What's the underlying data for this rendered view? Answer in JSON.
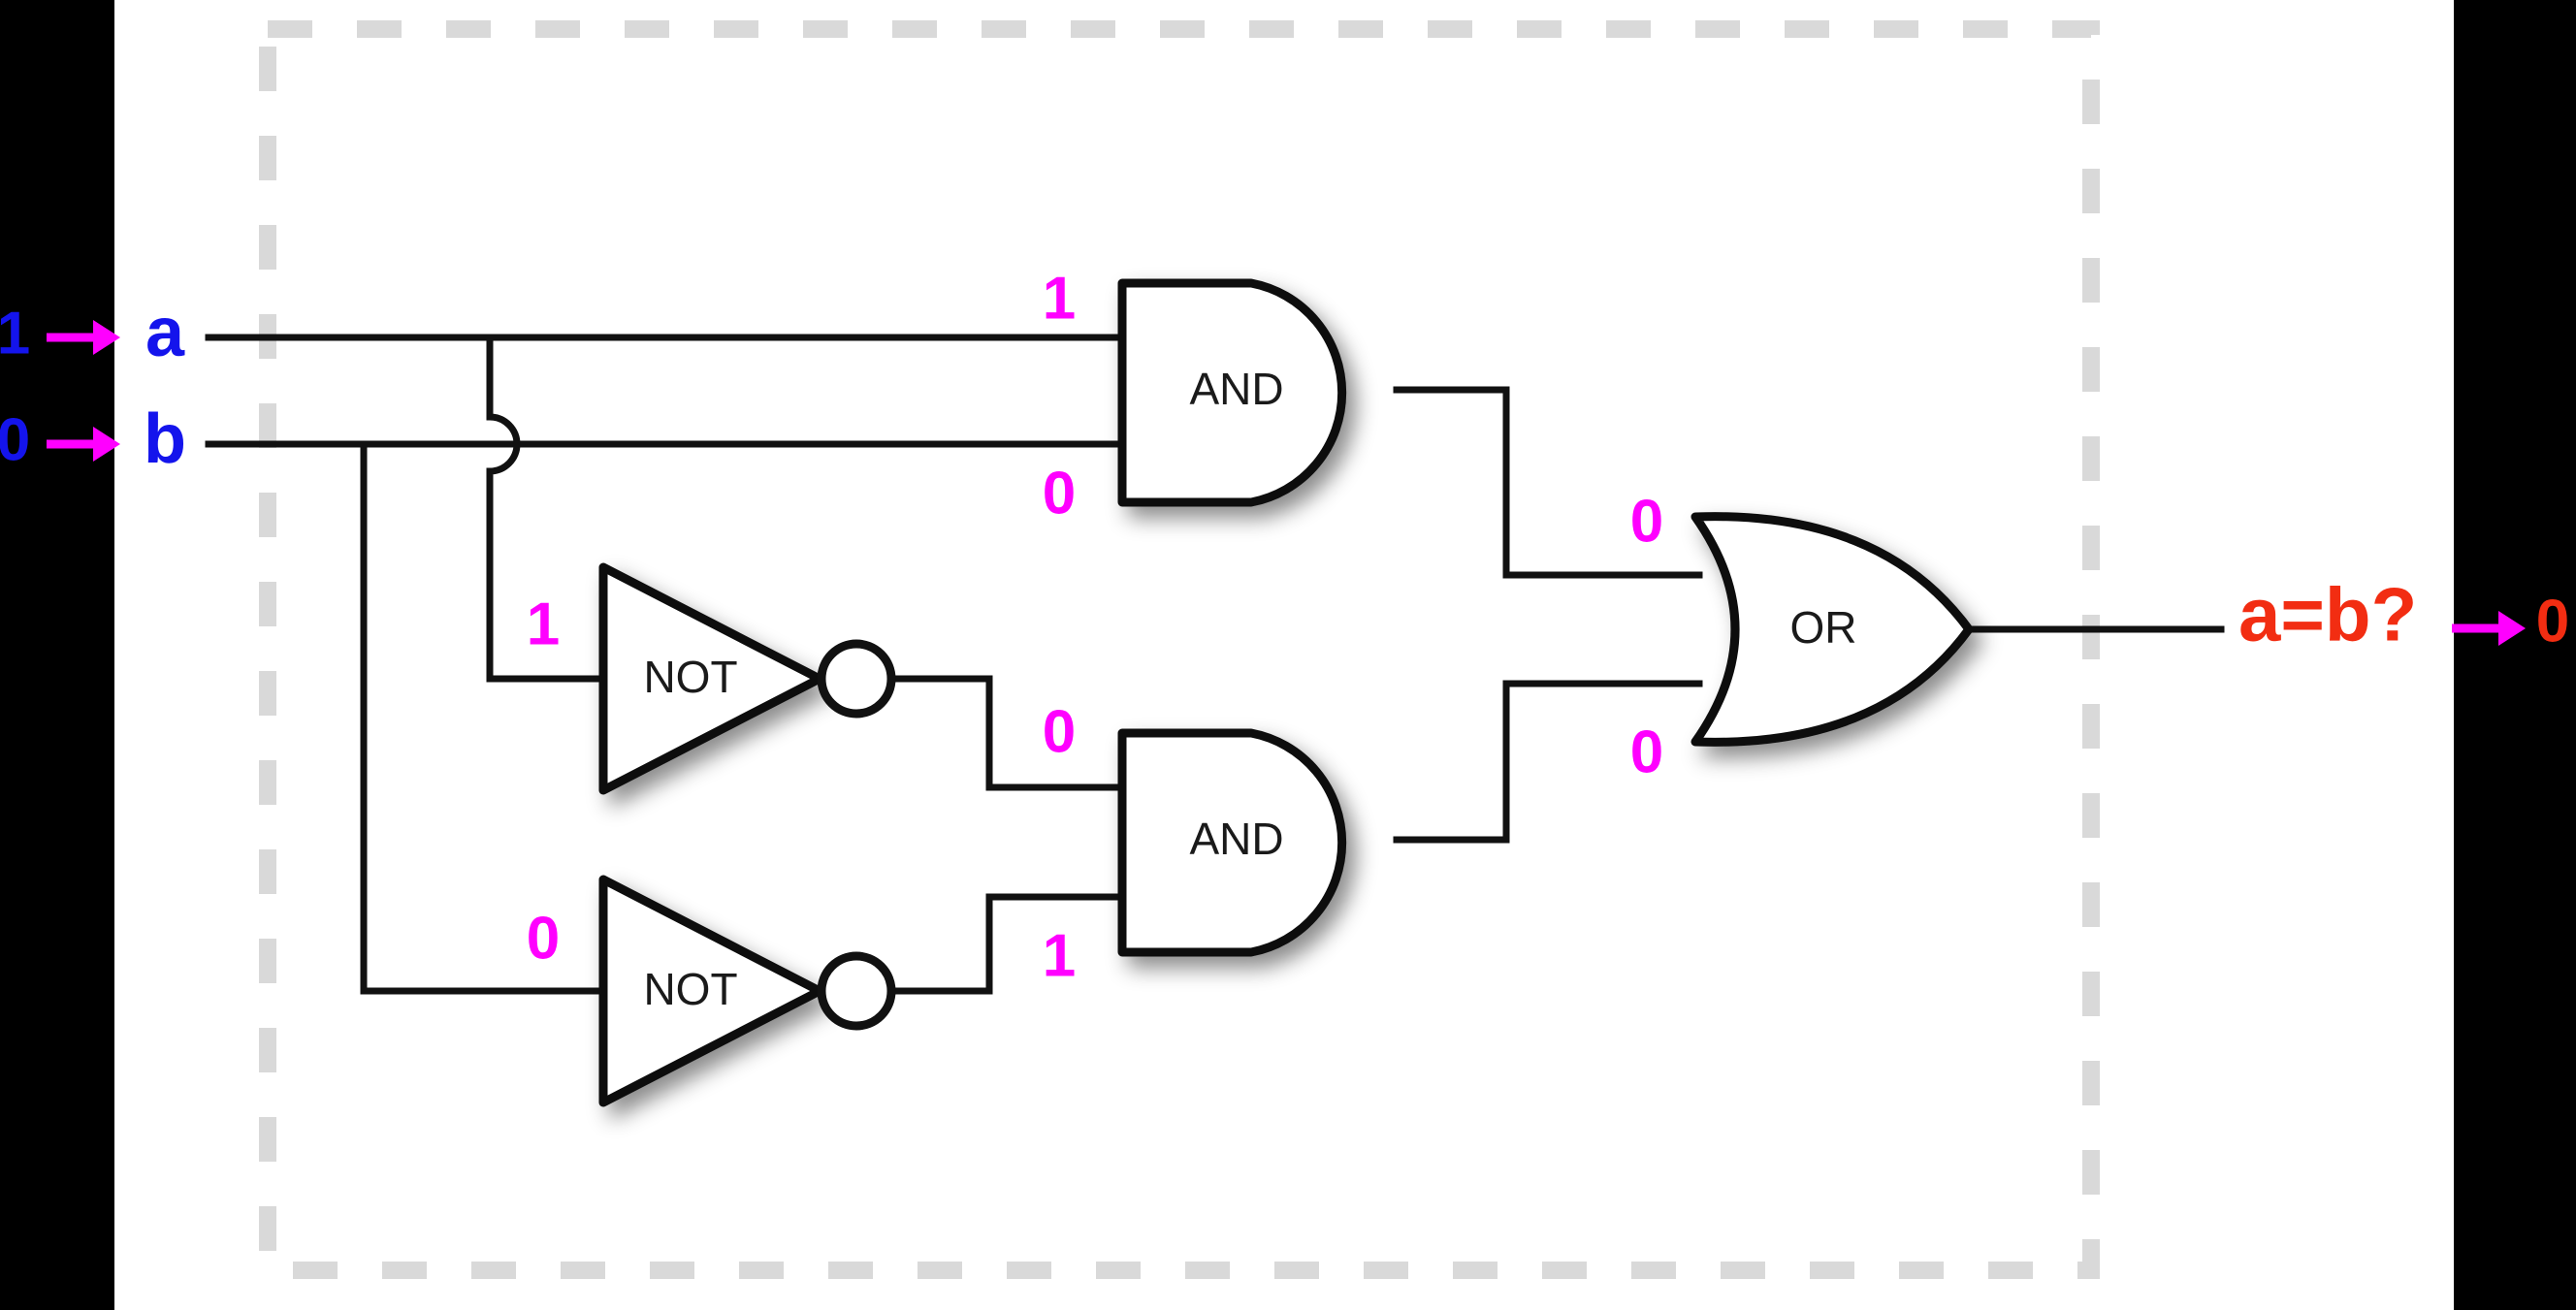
{
  "diagram": {
    "title": "equality comparator logic circuit",
    "boundary": {
      "style": "dashed",
      "color": "#d9d9d9"
    },
    "colors": {
      "signal_label": "#ff00ff",
      "port_name": "#1414ec",
      "output_expression": "#f22d12",
      "wire": "#111111",
      "gate_fill": "#ffffff",
      "background": "#ffffff",
      "letterbox": "#000000"
    },
    "inputs": [
      {
        "name": "a",
        "value": "1"
      },
      {
        "name": "b",
        "value": "0"
      }
    ],
    "output": {
      "expression": "a=b?",
      "value": "0"
    },
    "gates": [
      {
        "id": "and1",
        "label": "AND",
        "input_labels": [
          "1",
          "0"
        ],
        "output_label": "0"
      },
      {
        "id": "not1",
        "label": "NOT",
        "input_labels": [
          "1"
        ],
        "output_label": "0"
      },
      {
        "id": "not2",
        "label": "NOT",
        "input_labels": [
          "0"
        ],
        "output_label": "1"
      },
      {
        "id": "and2",
        "label": "AND",
        "input_labels": [
          "0",
          "1"
        ],
        "output_label": "0"
      },
      {
        "id": "or1",
        "label": "OR",
        "input_labels": [
          "0",
          "0"
        ],
        "output_label": "0"
      }
    ],
    "signal_labels": {
      "and1_in_top": "1",
      "and1_in_bot": "0",
      "not1_in": "1",
      "not1_out": "0",
      "not2_in": "0",
      "not2_out": "1",
      "or_in_top": "0",
      "or_in_bot": "0"
    },
    "icons": {
      "input_arrow": "arrow-right-icon",
      "output_arrow": "arrow-right-icon",
      "inversion_bubble": "bubble-icon",
      "wire_hop": "wire-hop-icon"
    }
  }
}
